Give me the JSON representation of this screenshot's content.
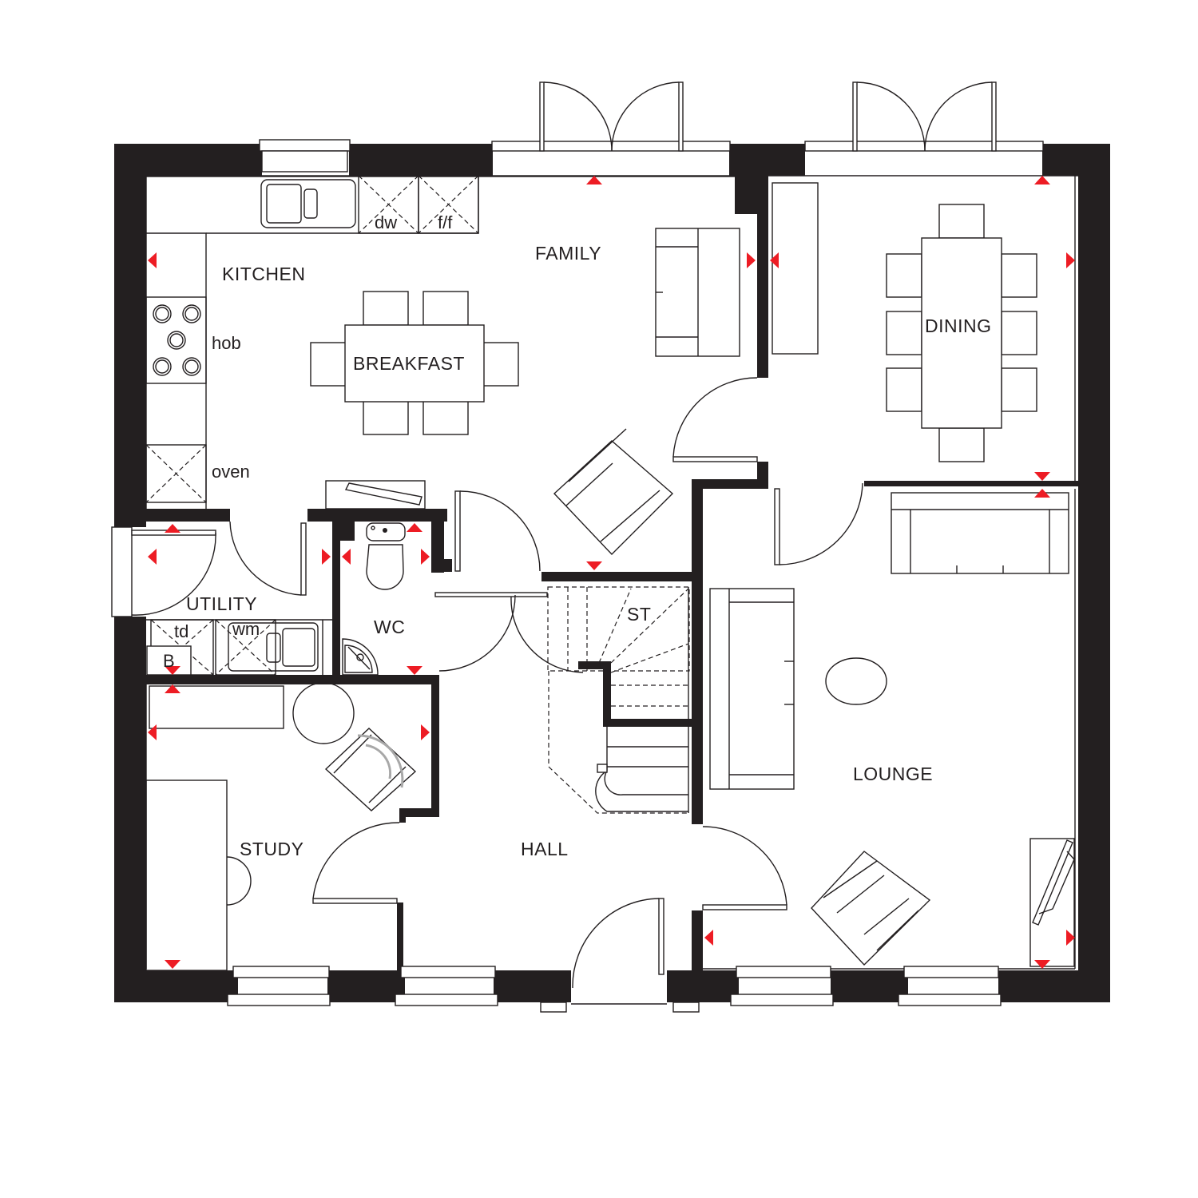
{
  "plan": {
    "rooms": {
      "kitchen": "KITCHEN",
      "family": "FAMILY",
      "breakfast": "BREAKFAST",
      "dining": "DINING",
      "utility": "UTILITY",
      "wc": "WC",
      "store": "ST",
      "study": "STUDY",
      "hall": "HALL",
      "lounge": "LOUNGE"
    },
    "appliances": {
      "dishwasher": "dw",
      "fridge_freezer": "f/f",
      "hob": "hob",
      "oven": "oven",
      "tumble_dryer": "td",
      "washing_machine": "wm",
      "boiler": "B"
    },
    "colors": {
      "wall": "#231f20",
      "dimension_marker": "#ed1c24",
      "background": "#ffffff"
    }
  }
}
